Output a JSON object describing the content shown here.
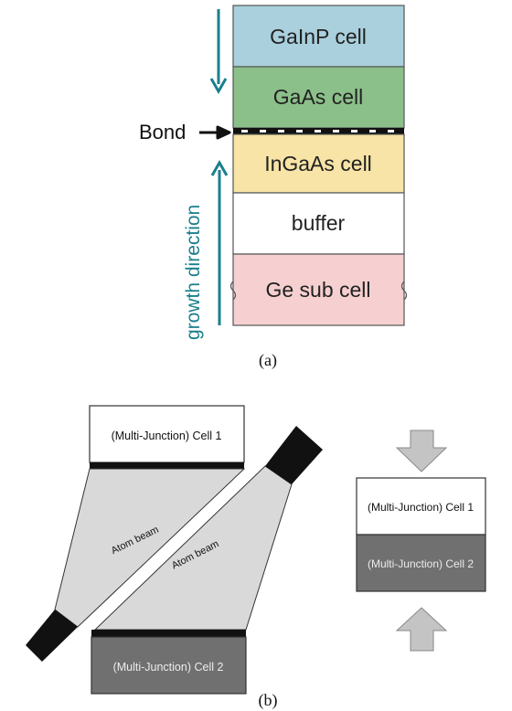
{
  "panel_a": {
    "layers": [
      {
        "label": "GaInP cell",
        "color": "#a9d0dc"
      },
      {
        "label": "GaAs cell",
        "color": "#8cc08a"
      },
      {
        "label": "InGaAs cell",
        "color": "#f7e4a6"
      },
      {
        "label": "buffer",
        "color": "#ffffff"
      },
      {
        "label": "Ge sub cell",
        "color": "#f6d0d0"
      }
    ],
    "bond_label": "Bond",
    "growth_label": "growth direction",
    "caption": "(a)",
    "arrow_color": "#1a7f8c"
  },
  "panel_b": {
    "left": {
      "cell1_label": "(Multi-Junction) Cell 1",
      "cell2_label": "(Multi-Junction) Cell 2",
      "beam1_label": "Atom beam",
      "beam2_label": "Atom beam"
    },
    "right": {
      "cell1_label": "(Multi-Junction) Cell 1",
      "cell2_label": "(Multi-Junction) Cell 2"
    },
    "caption": "(b)",
    "cell2_color": "#707070",
    "beam_color": "#d9d9d9",
    "arrow_color": "#c4c4c4"
  }
}
